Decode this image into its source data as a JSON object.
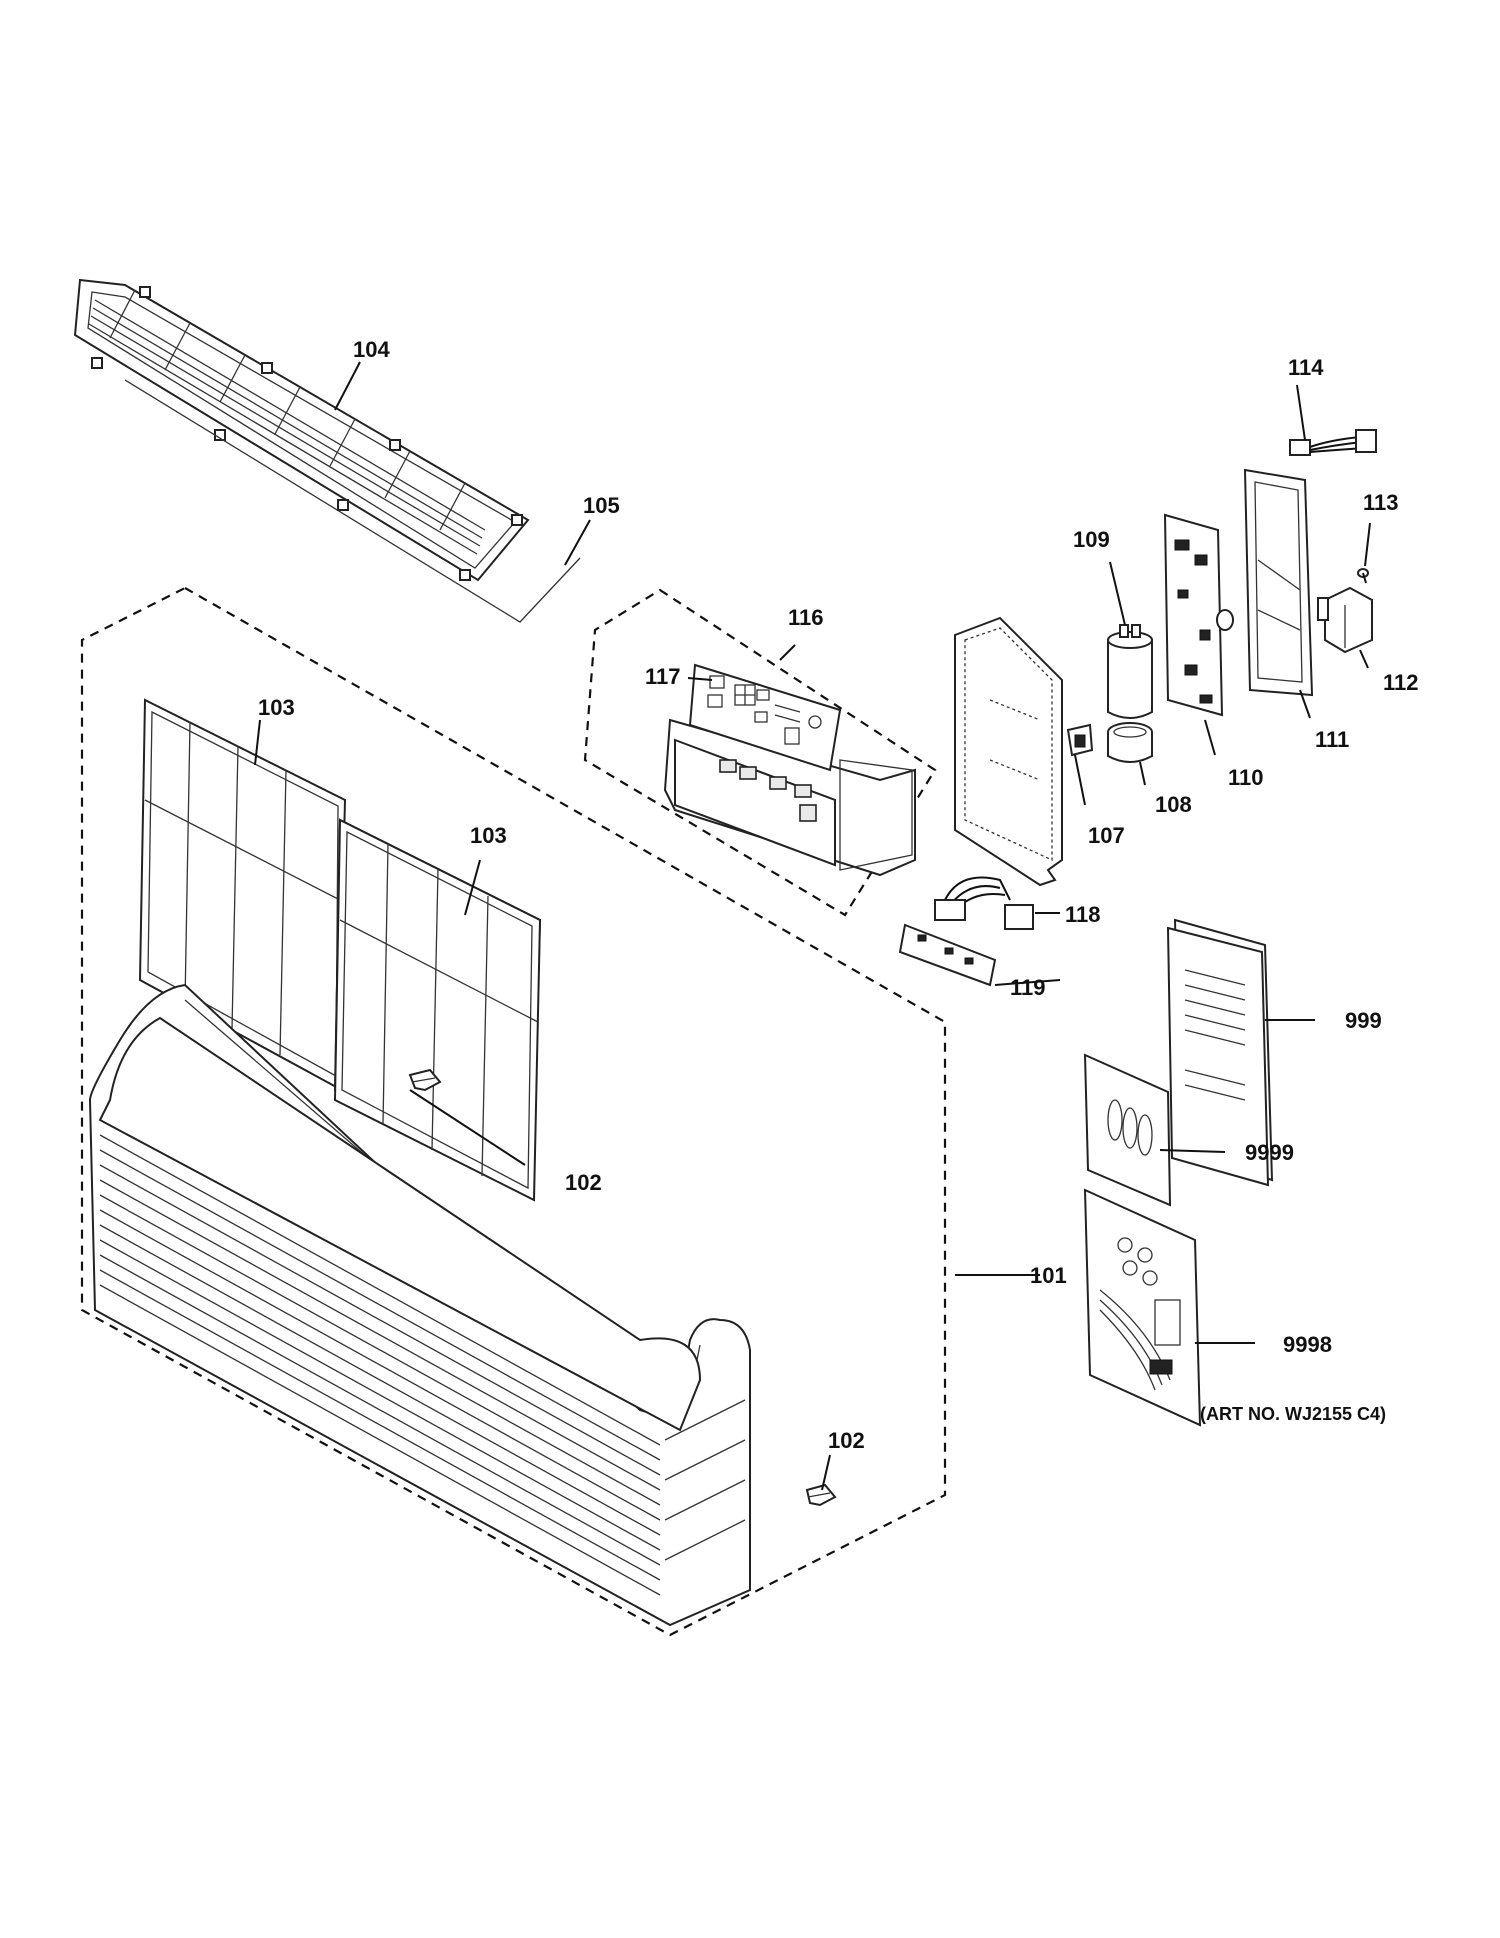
{
  "diagram": {
    "art_number": "(ART NO. WJ2155 C4)",
    "callouts": {
      "c101": "101",
      "c102a": "102",
      "c102b": "102",
      "c103a": "103",
      "c103b": "103",
      "c104": "104",
      "c105": "105",
      "c107": "107",
      "c108": "108",
      "c109": "109",
      "c110": "110",
      "c111": "111",
      "c112": "112",
      "c113": "113",
      "c114": "114",
      "c116": "116",
      "c117": "117",
      "c118": "118",
      "c119": "119",
      "c999": "999",
      "c9998": "9998",
      "c9999": "9999"
    }
  }
}
